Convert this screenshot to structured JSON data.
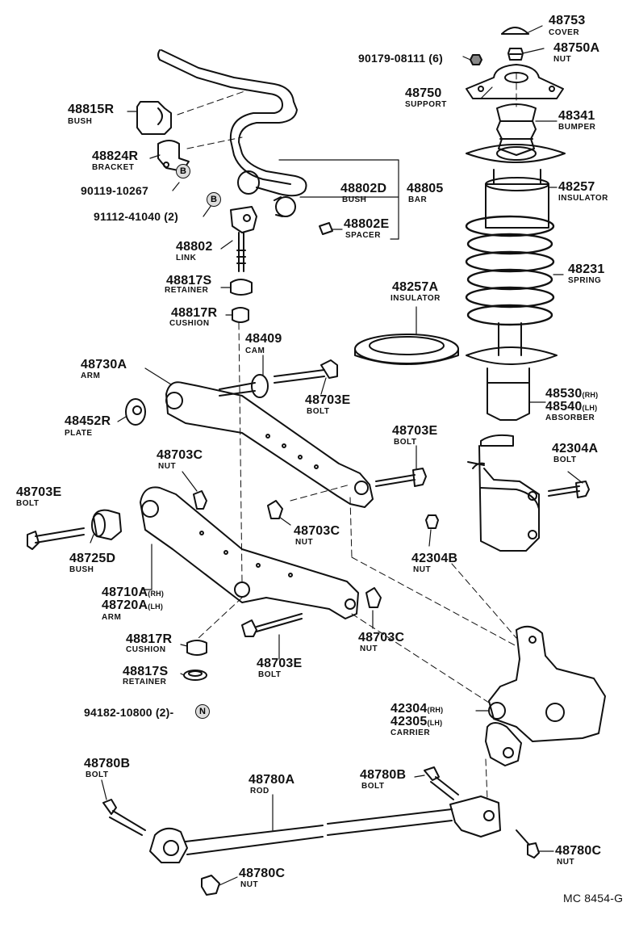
{
  "diagram_code": "MC 8454-G",
  "labels": {
    "p48753": {
      "num": "48753",
      "name": "COVER"
    },
    "p48750A": {
      "num": "48750A",
      "name": "NUT"
    },
    "p90179": {
      "num": "90179-08111 (6)"
    },
    "p48750": {
      "num": "48750",
      "name": "SUPPORT"
    },
    "p48341": {
      "num": "48341",
      "name": "BUMPER"
    },
    "p48257": {
      "num": "48257",
      "name": "INSULATOR"
    },
    "p48231": {
      "num": "48231",
      "name": "SPRING"
    },
    "p48257A": {
      "num": "48257A",
      "name": "INSULATOR"
    },
    "p48530": {
      "num": "48530",
      "suffix": "(RH)",
      "name": "ABSORBER"
    },
    "p48540": {
      "num": "48540",
      "suffix": "(LH)"
    },
    "p42304A": {
      "num": "42304A",
      "name": "BOLT"
    },
    "p42304B": {
      "num": "42304B",
      "name": "NUT"
    },
    "p42304": {
      "num": "42304",
      "suffix": "(RH)",
      "name": "CARRIER"
    },
    "p42305": {
      "num": "42305",
      "suffix": "(LH)"
    },
    "p48815R": {
      "num": "48815R",
      "name": "BUSH"
    },
    "p48824R": {
      "num": "48824R",
      "name": "BRACKET"
    },
    "p90119": {
      "num": "90119-10267"
    },
    "p91112": {
      "num": "91112-41040 (2)"
    },
    "p48802D": {
      "num": "48802D",
      "name": "BUSH"
    },
    "p48805": {
      "num": "48805",
      "name": "BAR"
    },
    "p48802E": {
      "num": "48802E",
      "name": "SPACER"
    },
    "p48802": {
      "num": "48802",
      "name": "LINK"
    },
    "p48817S_top": {
      "num": "48817S",
      "name": "RETAINER"
    },
    "p48817R_top": {
      "num": "48817R",
      "name": "CUSHION"
    },
    "p48409": {
      "num": "48409",
      "name": "CAM"
    },
    "p48730A": {
      "num": "48730A",
      "name": "ARM"
    },
    "p48703E_a": {
      "num": "48703E",
      "name": "BOLT"
    },
    "p48452R": {
      "num": "48452R",
      "name": "PLATE"
    },
    "p48703E_b": {
      "num": "48703E",
      "name": "BOLT"
    },
    "p48703C_a": {
      "num": "48703C",
      "name": "NUT"
    },
    "p48703E_c": {
      "num": "48703E",
      "name": "BOLT"
    },
    "p48703C_b": {
      "num": "48703C",
      "name": "NUT"
    },
    "p48725D": {
      "num": "48725D",
      "name": "BUSH"
    },
    "p48710A": {
      "num": "48710A",
      "suffix": "(RH)"
    },
    "p48720A": {
      "num": "48720A",
      "suffix": "(LH)",
      "name": "ARM"
    },
    "p48817R_bot": {
      "num": "48817R",
      "name": "CUSHION"
    },
    "p48703E_d": {
      "num": "48703E",
      "name": "BOLT"
    },
    "p48703C_c": {
      "num": "48703C",
      "name": "NUT"
    },
    "p48817S_bot": {
      "num": "48817S",
      "name": "RETAINER"
    },
    "p94182": {
      "num": "94182-10800 (2)-"
    },
    "p48780B_a": {
      "num": "48780B",
      "name": "BOLT"
    },
    "p48780A": {
      "num": "48780A",
      "name": "ROD"
    },
    "p48780B_b": {
      "num": "48780B",
      "name": "BOLT"
    },
    "p48780C_a": {
      "num": "48780C",
      "name": "NUT"
    },
    "p48780C_b": {
      "num": "48780C",
      "name": "NUT"
    }
  },
  "circle_marks": {
    "b1": "B",
    "b2": "B",
    "n1": "N"
  }
}
